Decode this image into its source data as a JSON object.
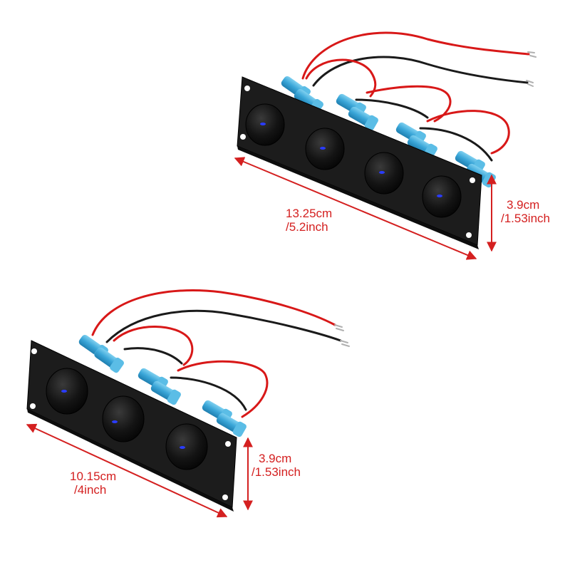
{
  "products": [
    {
      "id": "four-gang-panel",
      "switch_count": 4,
      "dimensions": {
        "length": {
          "line1": "13.25cm",
          "line2": "/5.2inch"
        },
        "height": {
          "line1": "3.9cm",
          "line2": "/1.53inch"
        }
      }
    },
    {
      "id": "three-gang-panel",
      "switch_count": 3,
      "dimensions": {
        "length": {
          "line1": "10.15cm",
          "line2": "/4inch"
        },
        "height": {
          "line1": "3.9cm",
          "line2": "/1.53inch"
        }
      }
    }
  ],
  "colors": {
    "panel": "#1c1c1c",
    "switch": "#111111",
    "indicator": "#2a3cff",
    "connector": "#3aa6d8",
    "wire_red": "#d81818",
    "wire_black": "#1a1a1a",
    "dimension": "#d42020"
  }
}
